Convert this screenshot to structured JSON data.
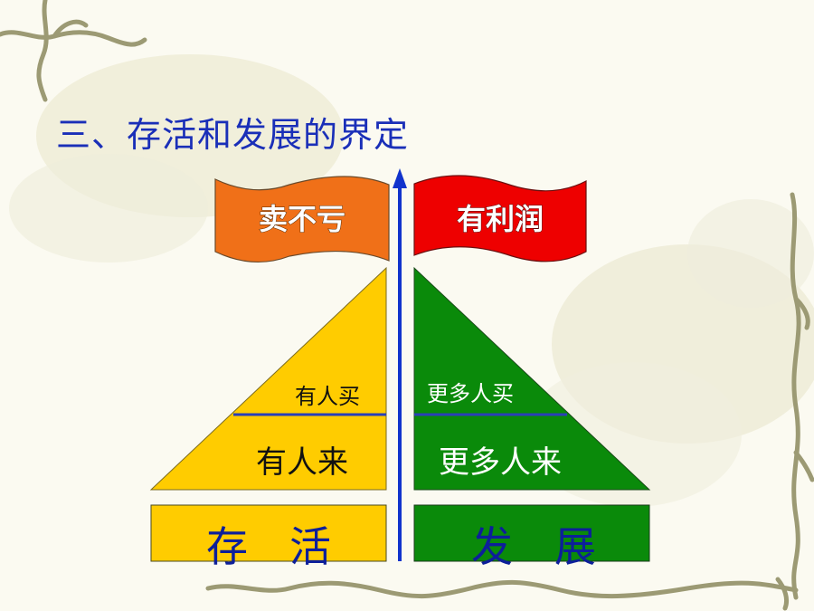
{
  "slide": {
    "title": "三、存活和发展的界定"
  },
  "diagram": {
    "flags": [
      {
        "label": "卖不亏",
        "color": "#f07018"
      },
      {
        "label": "有利润",
        "color": "#ee0000"
      }
    ],
    "left_pyramid": {
      "color": "#ffcc00",
      "upper_label": "有人买",
      "lower_label": "有人来",
      "base_label": "存　活"
    },
    "right_pyramid": {
      "color": "#0a8a0a",
      "upper_label": "更多人买",
      "lower_label": "更多人来",
      "base_label": "发　展"
    },
    "axis_color": "#1133cc"
  }
}
